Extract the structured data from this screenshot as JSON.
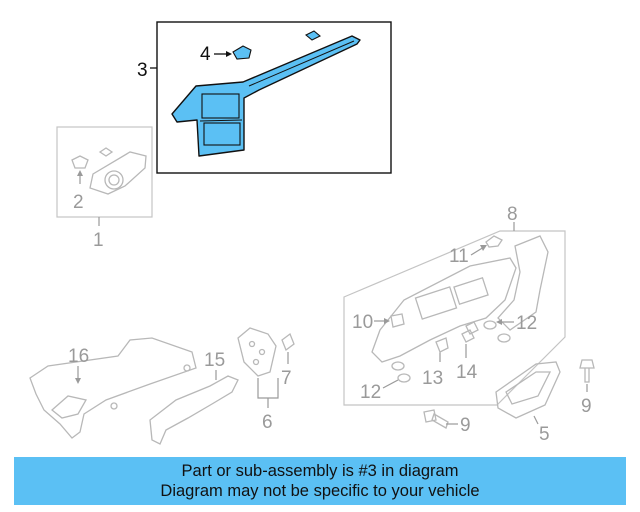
{
  "callouts": {
    "c1": "1",
    "c2": "2",
    "c3": "3",
    "c4": "4",
    "c5": "5",
    "c6": "6",
    "c7": "7",
    "c8": "8",
    "c9a": "9",
    "c9b": "9",
    "c10": "10",
    "c11": "11",
    "c12a": "12",
    "c12b": "12",
    "c13": "13",
    "c14": "14",
    "c15": "15",
    "c16": "16"
  },
  "highlighted_part": "3",
  "colors": {
    "highlight": "#5bc0f4",
    "banner": "#5bc0f4",
    "grey_line": "#b8b8b8"
  },
  "banner": {
    "line1": "Part or sub-assembly is #3 in diagram",
    "line2": "Diagram may not be specific to your vehicle"
  }
}
